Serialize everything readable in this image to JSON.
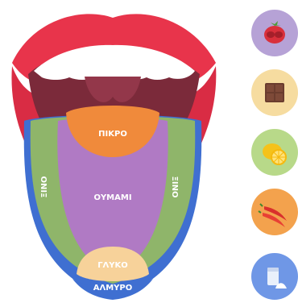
{
  "tongue": {
    "zones": {
      "bitter": "ΠΙΚΡΟ",
      "umami": "ΟΥΜΑΜΙ",
      "sour_left": "ΞΙΝΟ",
      "sour_right": "ΞΙΝΟ",
      "sweet": "ΓΛΥΚΟ",
      "salty": "ΑΛΜΥΡΟ"
    },
    "colors": {
      "lip": "#e8344b",
      "mouth": "#7b2a3a",
      "bitter": "#f08a3b",
      "umami": "#b07ac4",
      "sour": "#8fb56a",
      "sweet": "#f7d29a",
      "salty": "#3f6fd1"
    }
  },
  "taste_icons": [
    {
      "name": "tomato-icon",
      "color": "#b6a2d6"
    },
    {
      "name": "chocolate-icon",
      "color": "#f6dca0"
    },
    {
      "name": "lemon-icon",
      "color": "#b8d989"
    },
    {
      "name": "chili-pepper-icon",
      "color": "#f3a24d"
    },
    {
      "name": "salt-icon",
      "color": "#6f97e6"
    }
  ]
}
